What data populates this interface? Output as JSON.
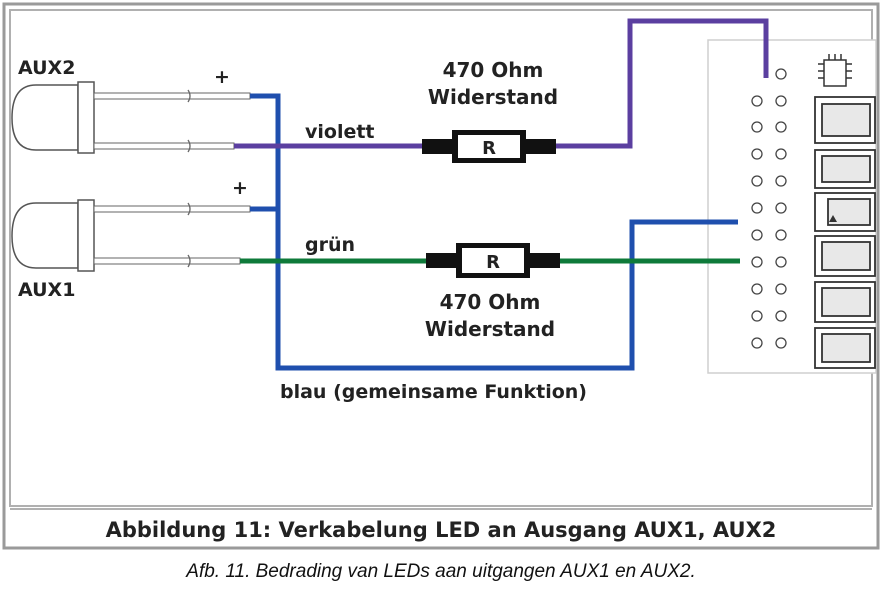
{
  "labels": {
    "aux2": "AUX2",
    "aux1": "AUX1",
    "plus_aux2": "+",
    "plus_aux1": "+",
    "violet_wire": "violett",
    "green_wire": "grün",
    "blue_wire": "blau (gemeinsame Funktion)",
    "resistor_top_value": "470 Ohm",
    "resistor_top_type": "Widerstand",
    "resistor_bottom_value": "470 Ohm",
    "resistor_bottom_type": "Widerstand",
    "resistor_symbol_top": "R",
    "resistor_symbol_bottom": "R"
  },
  "caption": "Abbildung 11: Verkabelung LED an Ausgang AUX1, AUX2",
  "subcaption": "Afb. 11. Bedrading van LEDs aan uitgangen AUX1 en AUX2.",
  "colors": {
    "violet": "#5b3fa0",
    "green": "#0e7a3a",
    "blue": "#1f4fae",
    "frame": "#999999"
  }
}
